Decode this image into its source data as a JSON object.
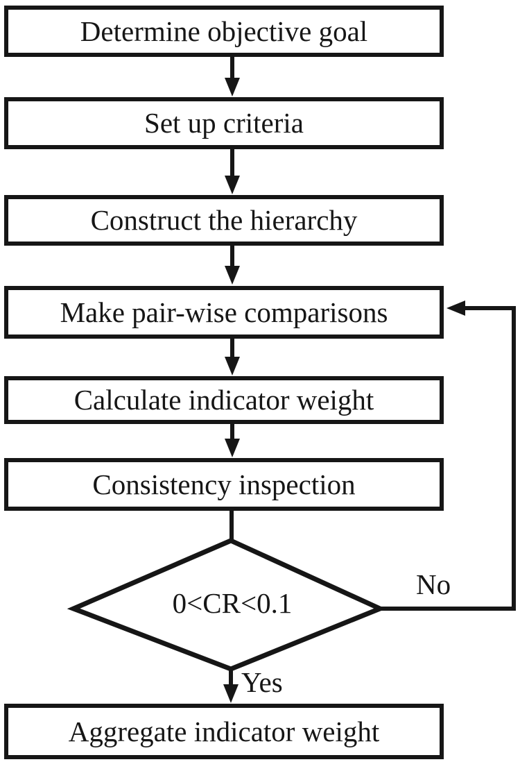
{
  "diagram": {
    "title_hint": "AHP weighting flowchart",
    "colors": {
      "background": "#ffffff",
      "stroke": "#161616",
      "text": "#161616",
      "node_fill": "#ffffff"
    }
  },
  "nodes": [
    {
      "id": "determine-objective-goal",
      "type": "process",
      "label": "Determine objective goal"
    },
    {
      "id": "set-up-criteria",
      "type": "process",
      "label": "Set up criteria"
    },
    {
      "id": "construct-the-hierarchy",
      "type": "process",
      "label": "Construct the hierarchy"
    },
    {
      "id": "make-pair-wise-comparisons",
      "type": "process",
      "label": "Make pair-wise comparisons"
    },
    {
      "id": "calculate-indicator-weight",
      "type": "process",
      "label": "Calculate indicator weight"
    },
    {
      "id": "consistency-inspection",
      "type": "process",
      "label": "Consistency inspection"
    },
    {
      "id": "cr-decision",
      "type": "decision",
      "label": "0<CR<0.1"
    },
    {
      "id": "aggregate-indicator-weight",
      "type": "process",
      "label": "Aggregate indicator weight"
    }
  ],
  "edges": [
    {
      "from": "determine-objective-goal",
      "to": "set-up-criteria"
    },
    {
      "from": "set-up-criteria",
      "to": "construct-the-hierarchy"
    },
    {
      "from": "construct-the-hierarchy",
      "to": "make-pair-wise-comparisons"
    },
    {
      "from": "make-pair-wise-comparisons",
      "to": "calculate-indicator-weight"
    },
    {
      "from": "calculate-indicator-weight",
      "to": "consistency-inspection"
    },
    {
      "from": "consistency-inspection",
      "to": "cr-decision"
    },
    {
      "from": "cr-decision",
      "to": "aggregate-indicator-weight",
      "label": "Yes"
    },
    {
      "from": "cr-decision",
      "to": "make-pair-wise-comparisons",
      "label": "No"
    }
  ]
}
